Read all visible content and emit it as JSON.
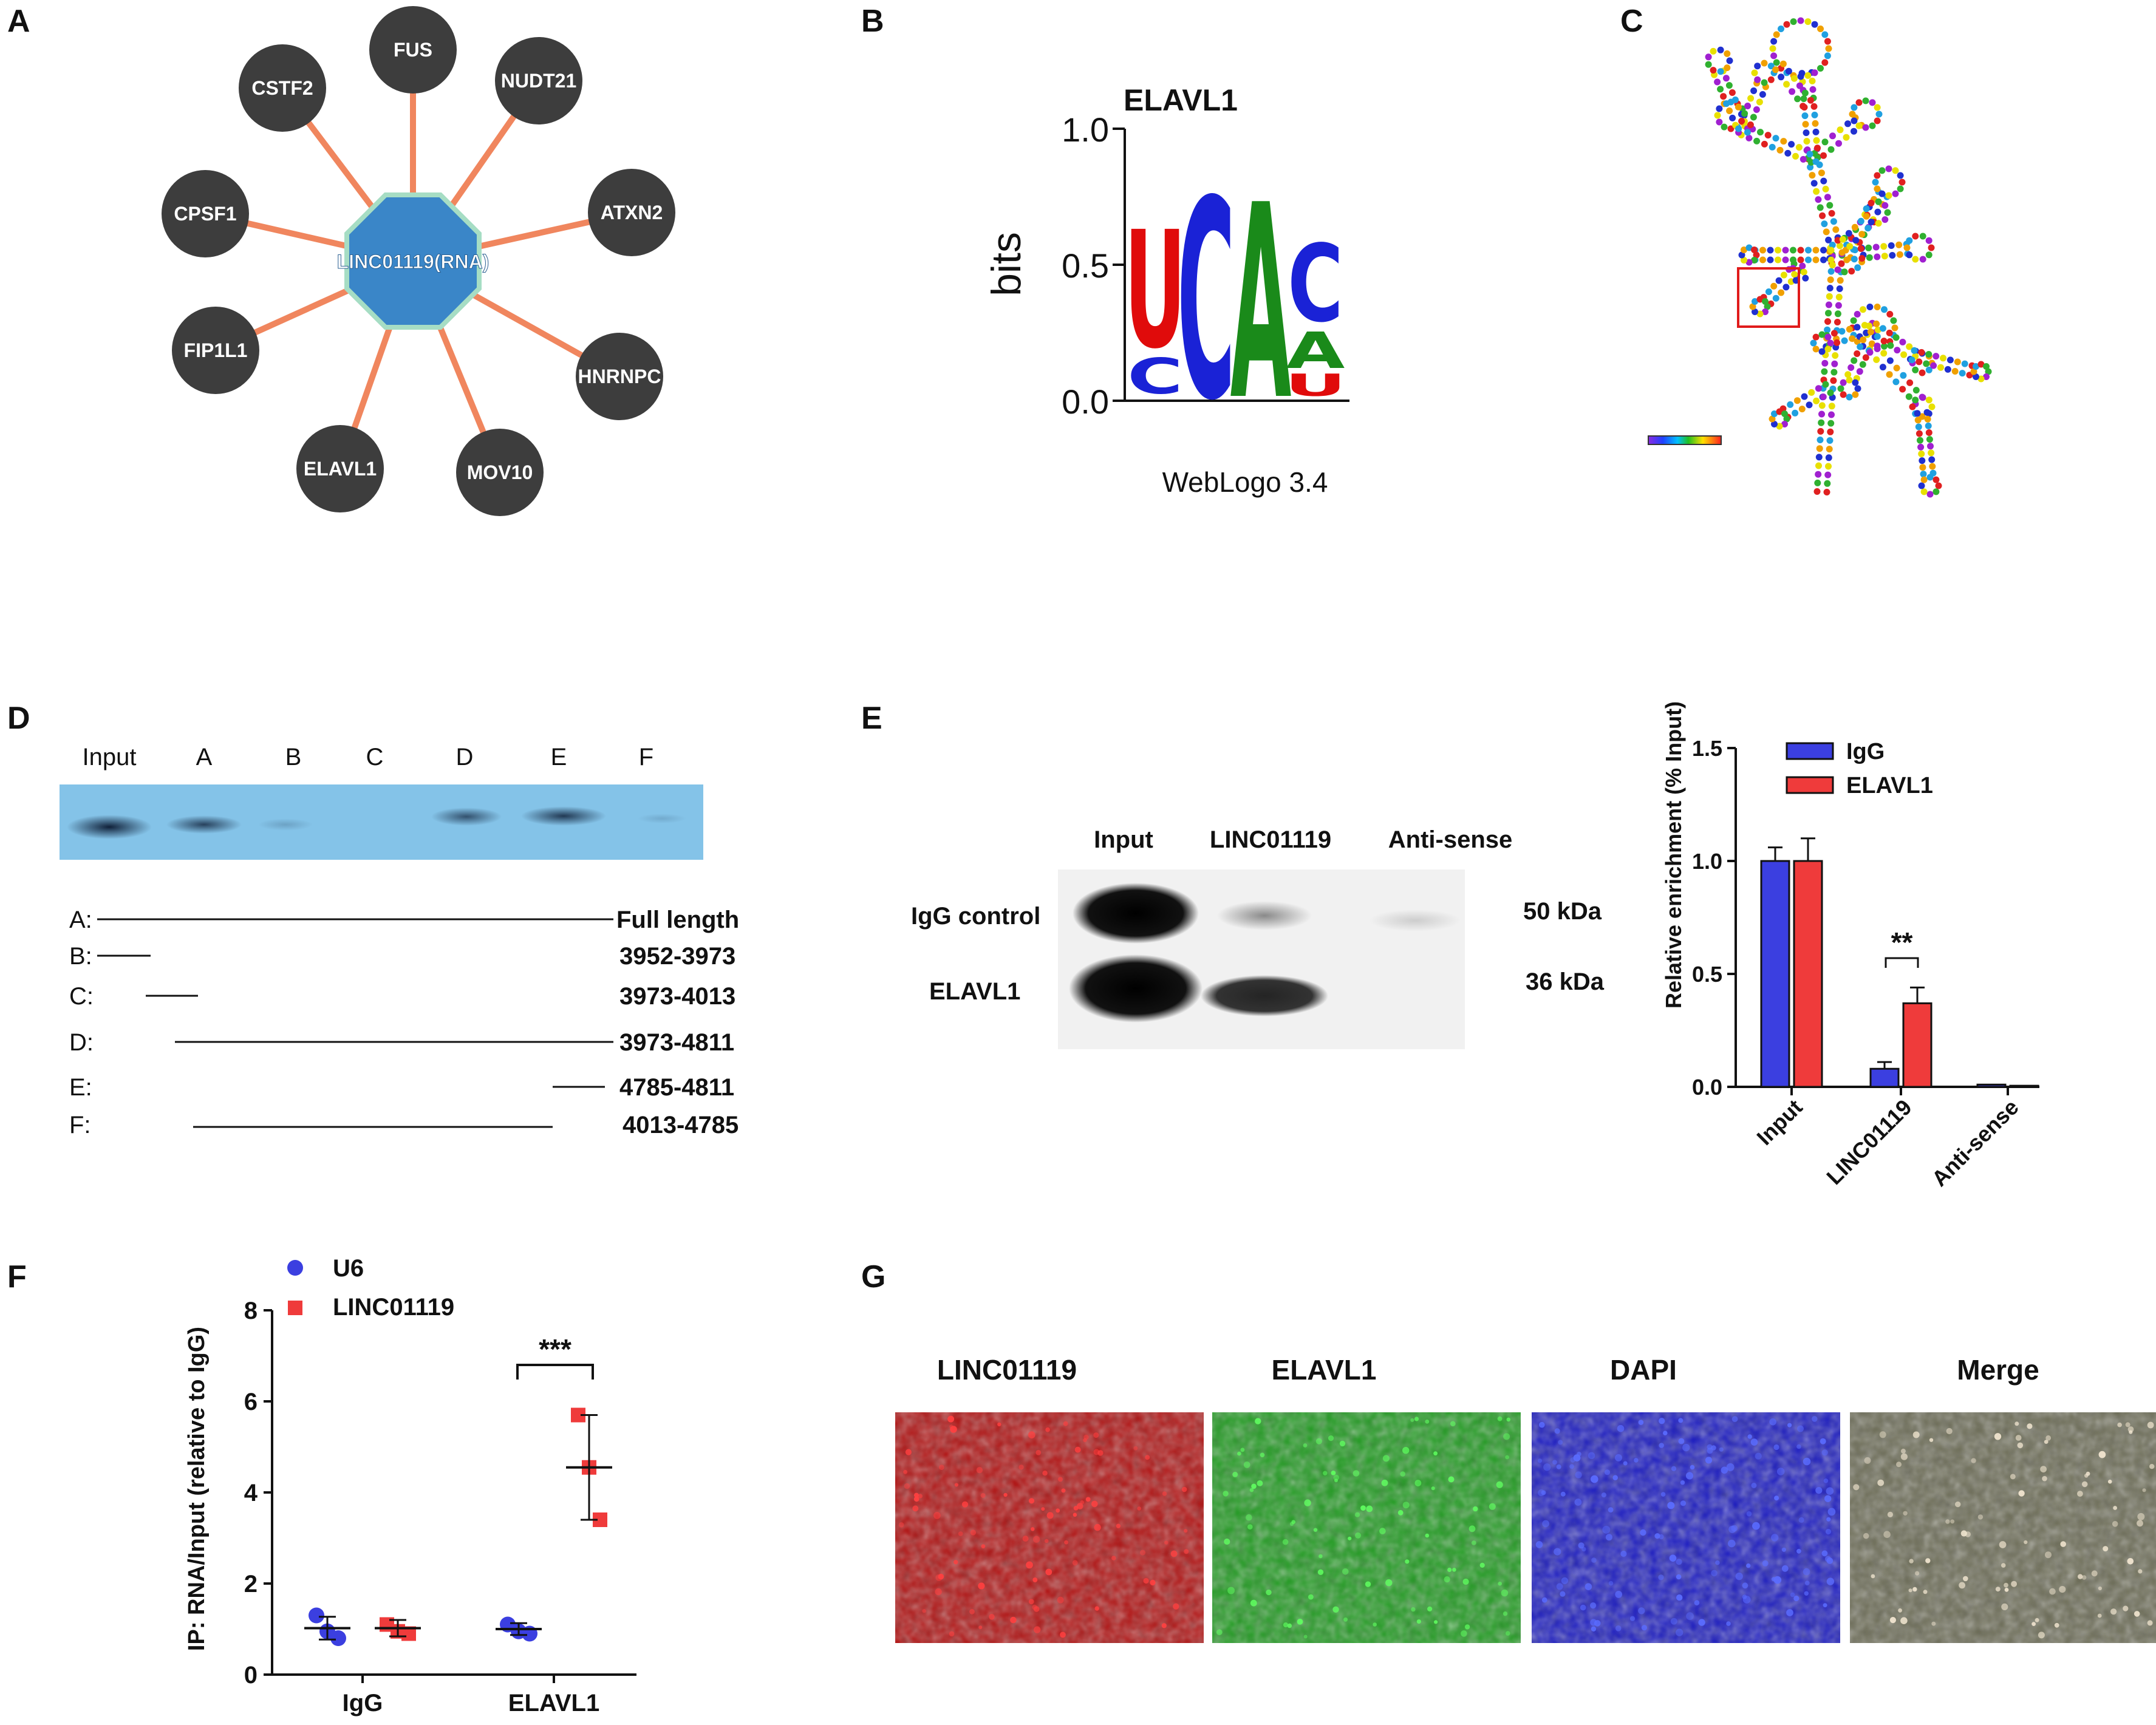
{
  "panels": {
    "A": "A",
    "B": "B",
    "C": "C",
    "D": "D",
    "E": "E",
    "F": "F",
    "G": "G"
  },
  "colors": {
    "node": "#3d3d3d",
    "edge": "#f0865e",
    "hub": "#3a86c8",
    "hub_border": "#a6ddc4",
    "igg": "#3b3fe0",
    "elavl1": "#ef3b3b",
    "logo_u": "#e00b0b",
    "logo_c": "#1a22d6",
    "logo_a": "#1a8a1a",
    "blot_bg": "#84c3e8"
  },
  "network": {
    "hub_label": "LINC01119(RNA)",
    "nodes": [
      "FUS",
      "NUDT21",
      "ATXN2",
      "HNRNPC",
      "MOV10",
      "ELAVL1",
      "FIP1L1",
      "CPSF1",
      "CSTF2"
    ]
  },
  "logo": {
    "title": "ELAVL1",
    "ylabel": "bits",
    "yticks": [
      "1.0",
      "0.5",
      "0.0"
    ],
    "caption": "WebLogo 3.4",
    "letters": [
      "U",
      "C",
      "C",
      "A",
      "C",
      "A",
      "U"
    ]
  },
  "blot_d": {
    "lanes": [
      "Input",
      "A",
      "B",
      "C",
      "D",
      "E",
      "F"
    ],
    "rows": [
      {
        "label": "A:",
        "range": "Full length"
      },
      {
        "label": "B:",
        "range": "3952-3973"
      },
      {
        "label": "C:",
        "range": "3973-4013"
      },
      {
        "label": "D:",
        "range": "3973-4811"
      },
      {
        "label": "E:",
        "range": "4785-4811"
      },
      {
        "label": "F:",
        "range": "4013-4785"
      }
    ]
  },
  "blot_e": {
    "lanes": [
      "Input",
      "LINC01119",
      "Anti-sense"
    ],
    "rows": [
      "IgG control",
      "ELAVL1"
    ],
    "sizes": [
      "50 kDa",
      "36 kDa"
    ]
  },
  "chart_data": [
    {
      "type": "bar",
      "panel": "E",
      "categories": [
        "Input",
        "LINC01119",
        "Anti-sense"
      ],
      "series": [
        {
          "name": "IgG",
          "values": [
            1.0,
            0.08,
            0.01
          ],
          "errors": [
            0.06,
            0.03,
            0.0
          ]
        },
        {
          "name": "ELAVL1",
          "values": [
            1.0,
            0.37,
            0.005
          ],
          "errors": [
            0.1,
            0.07,
            0.0
          ]
        }
      ],
      "ylabel": "Relative enrichment (% Input)",
      "ylim": [
        0,
        1.5
      ],
      "yticks": [
        "0.0",
        "0.5",
        "1.0",
        "1.5"
      ],
      "annotation": "**",
      "legend": "top-right"
    },
    {
      "type": "scatter",
      "panel": "F",
      "categories": [
        "IgG",
        "ELAVL1"
      ],
      "series": [
        {
          "name": "U6",
          "points": [
            [
              1.3,
              0.95,
              0.8
            ],
            [
              1.1,
              0.95,
              0.9
            ]
          ],
          "means": [
            1.02,
            1.0
          ],
          "sds": [
            0.25,
            0.13
          ]
        },
        {
          "name": "LINC01119",
          "points": [
            [
              1.1,
              0.95,
              0.9
            ],
            [
              5.7,
              4.55,
              3.4
            ]
          ],
          "means": [
            1.02,
            4.55
          ],
          "sds": [
            0.18,
            1.15
          ]
        }
      ],
      "ylabel": "IP: RNA/Input (relative to IgG)",
      "ylim": [
        0,
        8
      ],
      "yticks": [
        "0",
        "2",
        "4",
        "6",
        "8"
      ],
      "annotation": "***",
      "legend": "top-left"
    }
  ],
  "microscopy": {
    "labels": [
      "LINC01119",
      "ELAVL1",
      "DAPI",
      "Merge"
    ],
    "colors": [
      "#b01010",
      "#1f9a1f",
      "#1a1ac0",
      "#6b6b55"
    ]
  }
}
